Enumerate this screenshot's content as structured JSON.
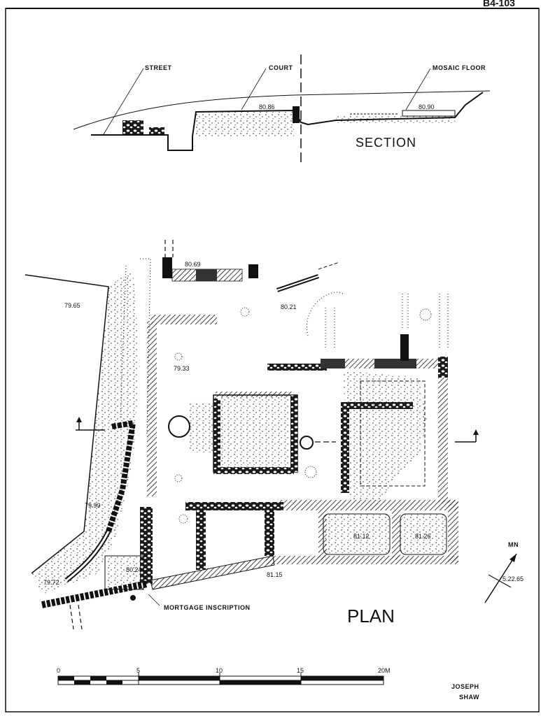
{
  "sheet_ref": "B4-103",
  "section": {
    "title": "SECTION",
    "labels": {
      "street": "STREET",
      "court": "COURT",
      "mosaic_floor": "MOSAIC FLOOR"
    },
    "elevations": [
      "80.86",
      "80.90"
    ]
  },
  "plan": {
    "title": "PLAN",
    "elevations": [
      "79.65",
      "80.69",
      "80.21",
      "79.33",
      "79.99",
      "80.24",
      "79.72",
      "81.15",
      "81.12",
      "81.26"
    ],
    "inscription_label": "MORTGAGE INSCRIPTION"
  },
  "north_arrow": {
    "label": "MN",
    "date": "5.22.65"
  },
  "scale_bar": {
    "ticks": [
      "0",
      "5",
      "10",
      "15",
      "20M"
    ]
  },
  "author": {
    "first": "JOSEPH",
    "last": "SHAW"
  }
}
